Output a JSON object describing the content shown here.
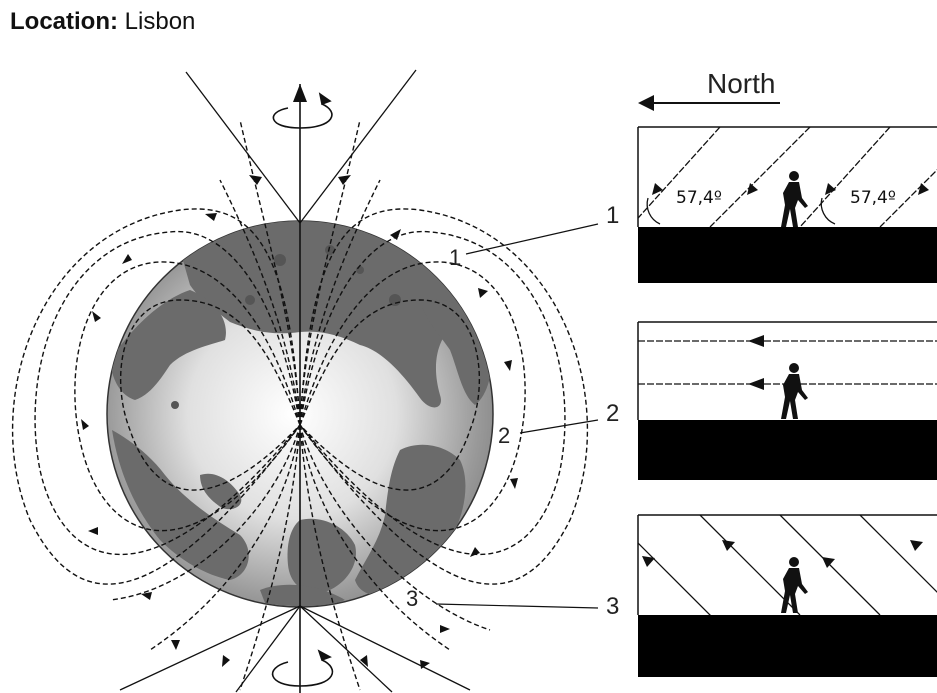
{
  "title": {
    "key": "Location:",
    "value": "Lisbon"
  },
  "direction_label": "North",
  "globe_labels": [
    "1",
    "2",
    "3"
  ],
  "callout_labels": [
    "1",
    "2",
    "3"
  ],
  "angles": [
    "57,4º",
    "57,4º"
  ],
  "colors": {
    "land": "#6b6b6b",
    "ocean_light": "#f2f2f2",
    "ground": "#000000",
    "field_line": "#111111"
  },
  "icons": [
    "rotation-arrow-icon",
    "north-arrow-icon",
    "person-walking-icon"
  ]
}
